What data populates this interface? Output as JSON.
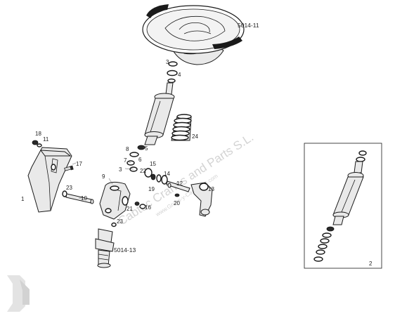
{
  "refs": {
    "wheel": "5014-11",
    "coupling": "5014-13",
    "inset": "2"
  },
  "callouts": {
    "c1": "1",
    "c2": "2",
    "c3a": "3",
    "c3b": "3",
    "c4": "4",
    "c5": "5",
    "c6": "6",
    "c7": "7",
    "c8": "8",
    "c9": "9",
    "c10": "10",
    "c11": "11",
    "c12": "12",
    "c13": "13",
    "c14": "14",
    "c15": "15",
    "c16": "16",
    "c17": "17",
    "c18": "18",
    "c19": "19",
    "c20": "20",
    "c21": "21",
    "c22": "22",
    "c23a": "23",
    "c23b": "23",
    "c24": "24"
  },
  "watermark": {
    "line1": "Cabtec Cranes and Parts S.L.",
    "line2": "www.Gruas-y-Camiones.com"
  }
}
